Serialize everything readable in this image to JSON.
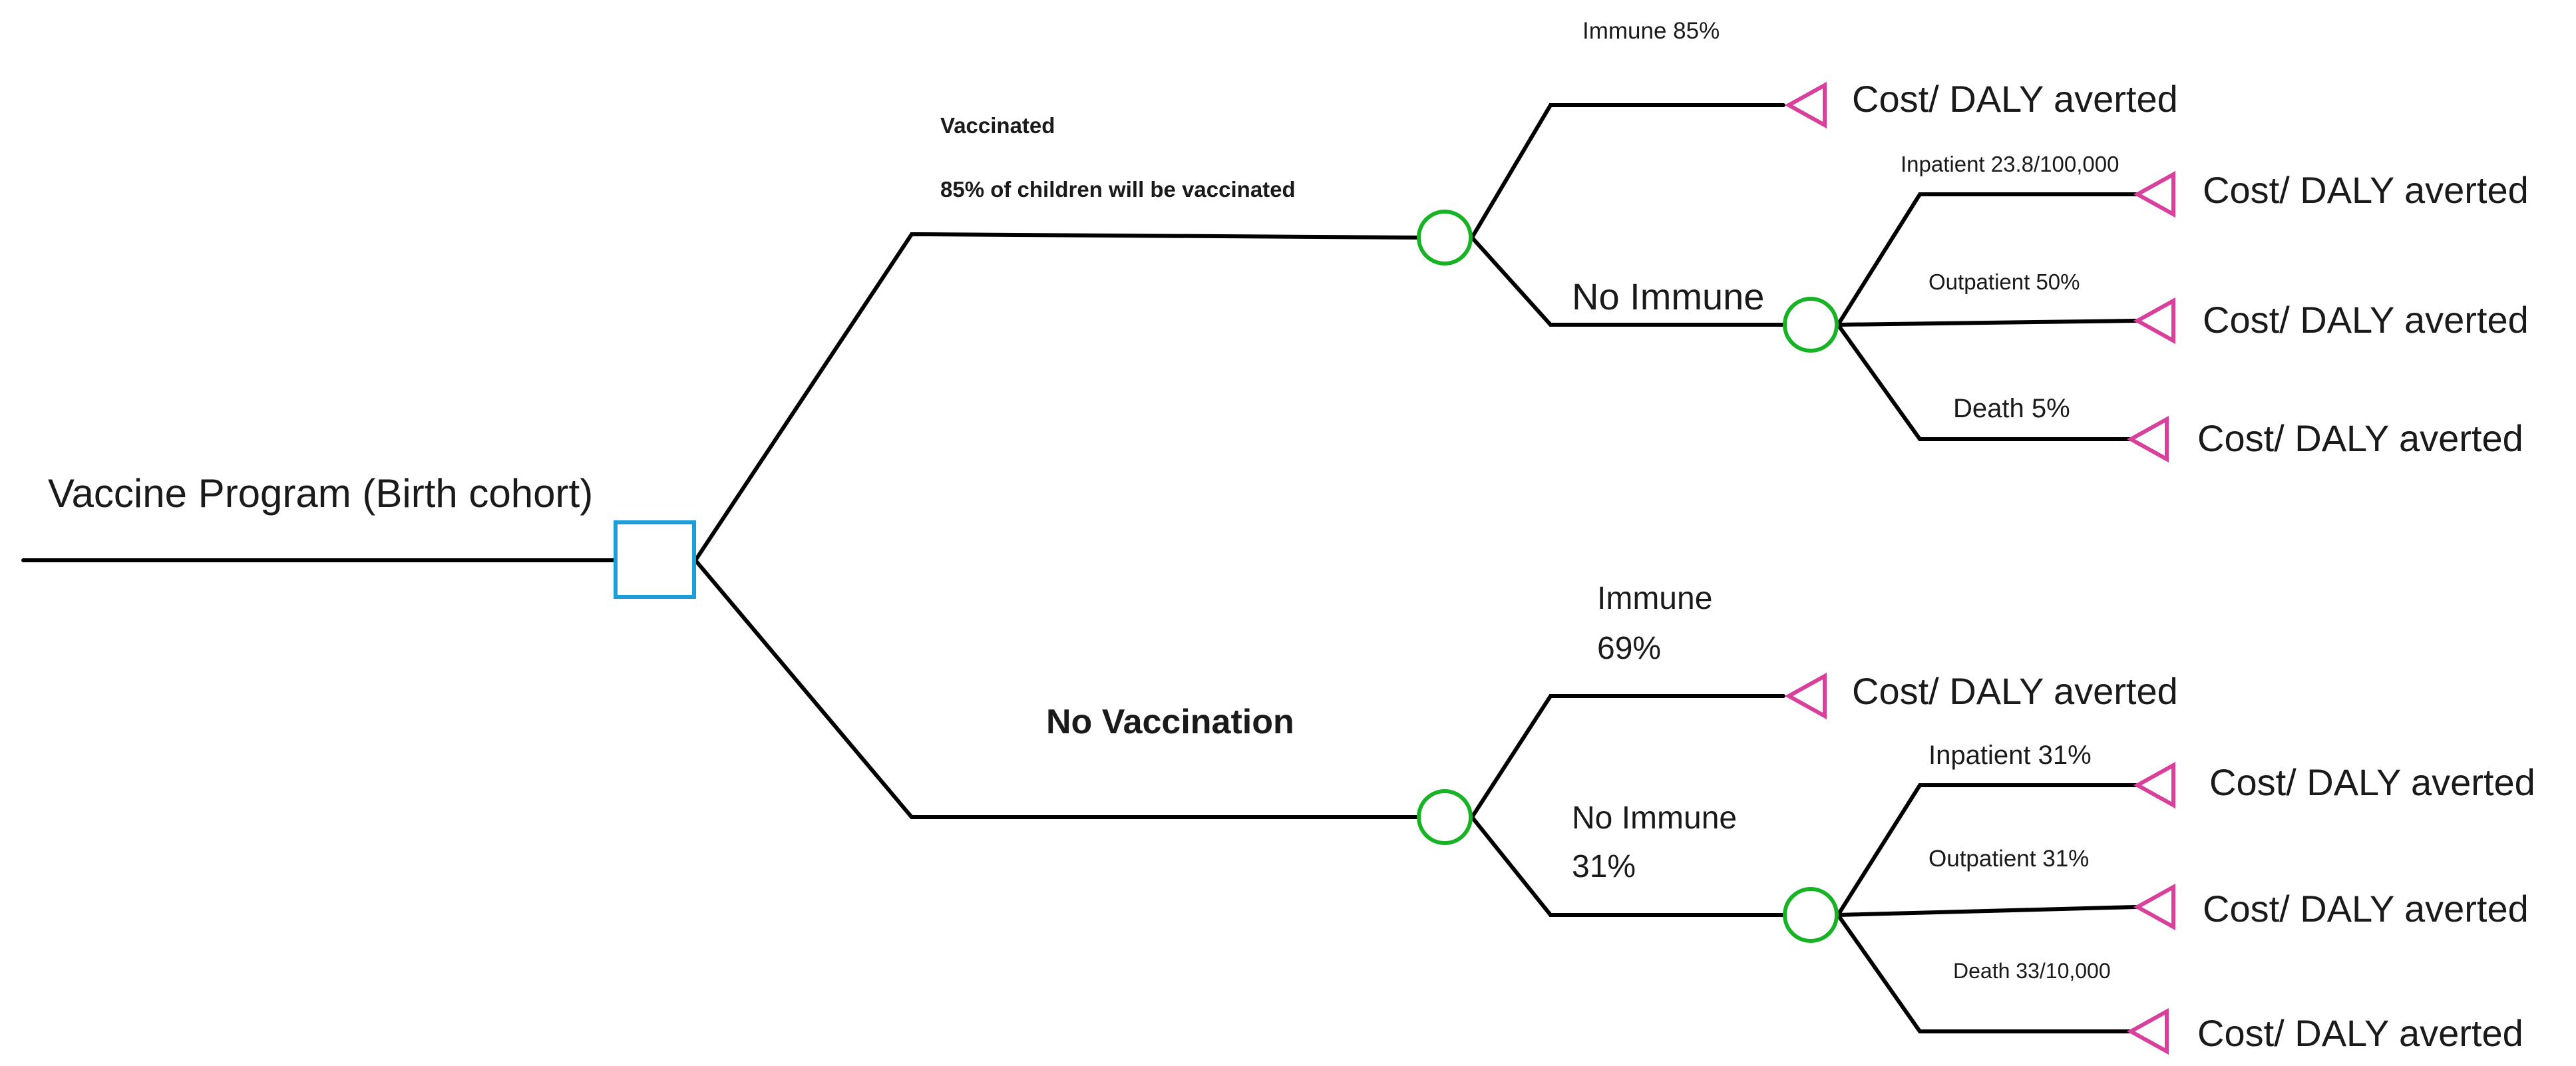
{
  "colors": {
    "decision": "#1e9ed8",
    "chance": "#17b324",
    "terminal": "#d9409c",
    "line": "#000000"
  },
  "root": {
    "label": "Vaccine Program (Birth cohort)"
  },
  "vaccinated": {
    "label": "Vaccinated",
    "sublabel": "85% of children will be vaccinated",
    "immune": {
      "label": "Immune 85%",
      "outcome": "Cost/ DALY averted"
    },
    "no_immune": {
      "label": "No Immune",
      "inpatient": {
        "label": "Inpatient 23.8/100,000",
        "outcome": "Cost/ DALY averted"
      },
      "outpatient": {
        "label": "Outpatient 50%",
        "outcome": "Cost/ DALY averted"
      },
      "death": {
        "label": "Death 5%",
        "outcome": "Cost/ DALY averted"
      }
    }
  },
  "no_vaccination": {
    "label": "No Vaccination",
    "immune": {
      "label_line1": "Immune",
      "label_line2": "69%",
      "outcome": "Cost/ DALY averted"
    },
    "no_immune": {
      "label_line1": "No Immune",
      "label_line2": "31%",
      "inpatient": {
        "label": "Inpatient 31%",
        "outcome": "Cost/ DALY averted"
      },
      "outpatient": {
        "label": "Outpatient 31%",
        "outcome": "Cost/ DALY averted"
      },
      "death": {
        "label": "Death 33/10,000",
        "outcome": "Cost/ DALY averted"
      }
    }
  }
}
